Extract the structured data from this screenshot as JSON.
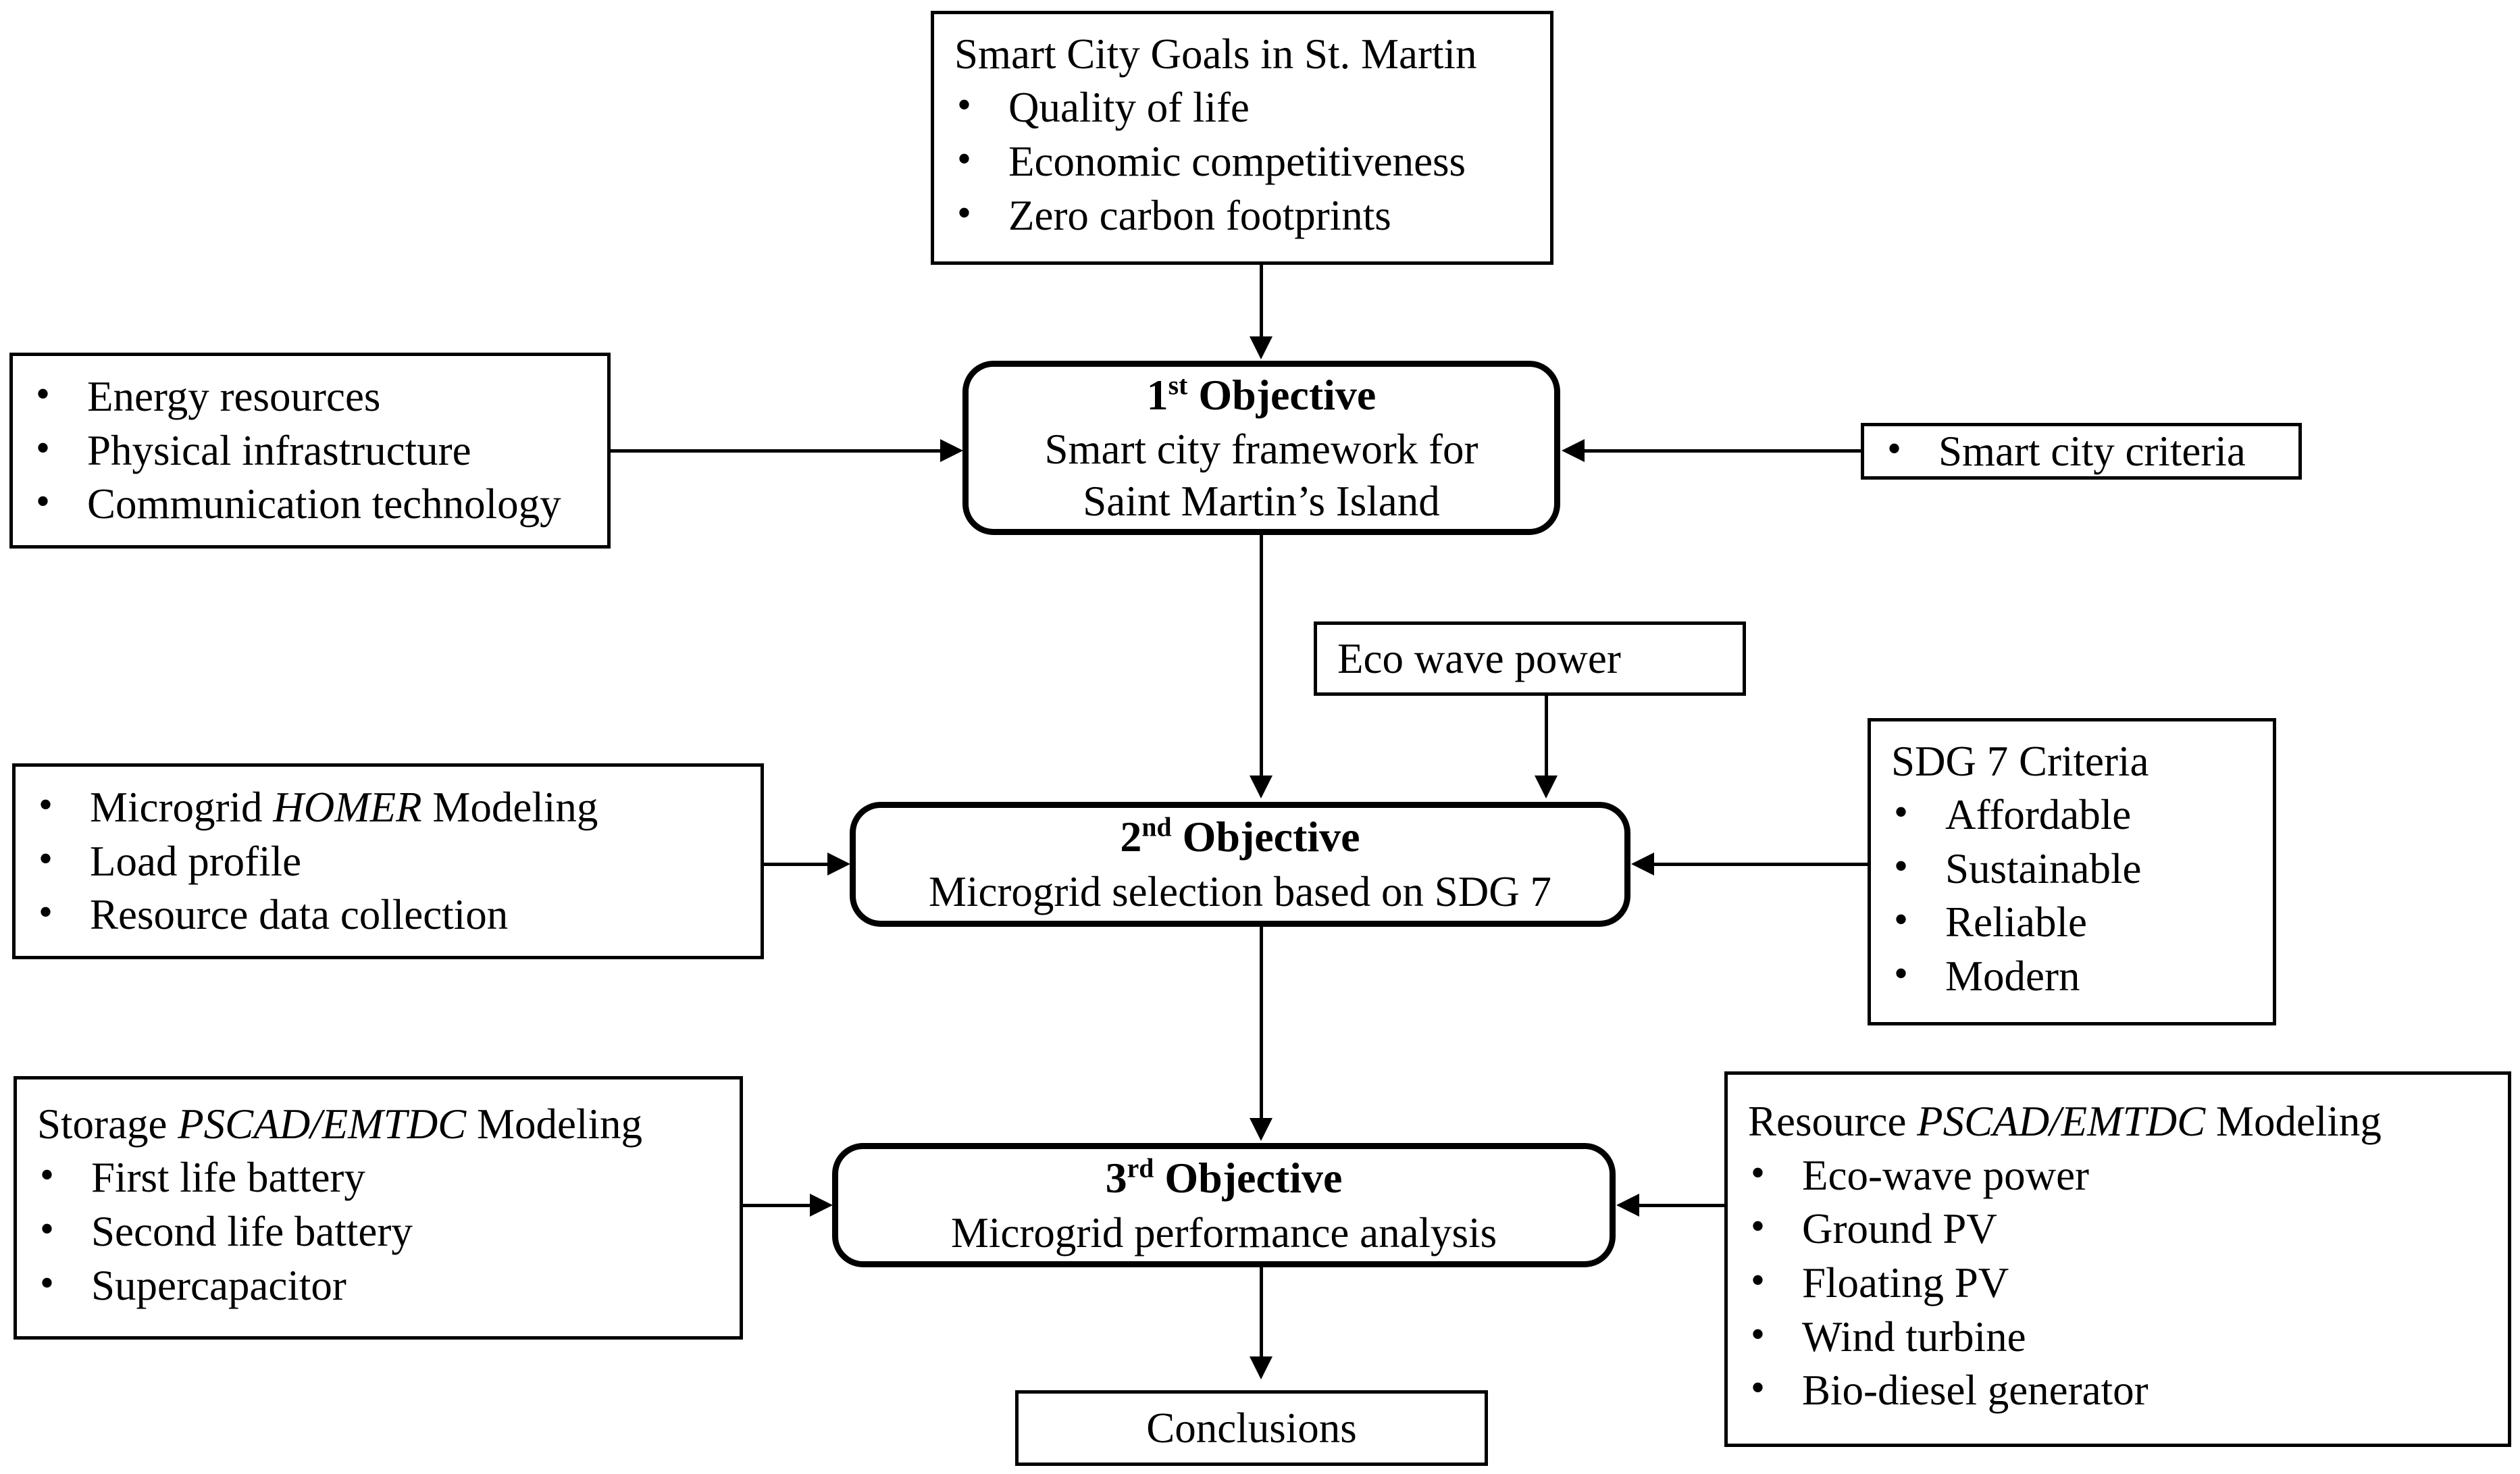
{
  "diagram": {
    "type": "flowchart",
    "title": "Research methodology flowchart for Smart City / Microgrid study on Saint Martin's Island",
    "nodes": {
      "goals": {
        "heading": "Smart City Goals in St. Martin",
        "bullets": [
          "Quality of life",
          "Economic competitiveness",
          "Zero carbon footprints"
        ]
      },
      "inputs_obj1": {
        "bullets": [
          "Energy resources",
          "Physical infrastructure",
          "Communication technology"
        ]
      },
      "objective1": {
        "ordinal": "1",
        "ordinal_suffix": "st",
        "label": "Objective",
        "line1": "Smart city framework for",
        "line2": "Saint Martin’s Island"
      },
      "criteria_obj1": {
        "bullets": [
          "Smart city criteria"
        ]
      },
      "eco_wave": {
        "label": "Eco wave power"
      },
      "inputs_obj2": {
        "bullets": [
          "Microgrid HOMER Modeling",
          "Load profile",
          "Resource data collection"
        ],
        "bullet0_pre": "Microgrid ",
        "bullet0_italic": "HOMER",
        "bullet0_post": " Modeling"
      },
      "objective2": {
        "ordinal": "2",
        "ordinal_suffix": "nd",
        "label": "Objective",
        "line1": "Microgrid selection based on SDG 7"
      },
      "sdg7": {
        "heading": "SDG 7 Criteria",
        "bullets": [
          "Affordable",
          "Sustainable",
          "Reliable",
          "Modern"
        ]
      },
      "storage": {
        "heading_pre": "Storage ",
        "heading_italic": "PSCAD/EMTDC",
        "heading_post": " Modeling",
        "bullets": [
          "First life battery",
          "Second life battery",
          "Supercapacitor"
        ]
      },
      "objective3": {
        "ordinal": "3",
        "ordinal_suffix": "rd",
        "label": "Objective",
        "line1": "Microgrid performance analysis"
      },
      "resource": {
        "heading_pre": "Resource ",
        "heading_italic": "PSCAD/EMTDC",
        "heading_post": " Modeling",
        "bullets": [
          "Eco-wave power",
          "Ground PV",
          "Floating PV",
          "Wind turbine",
          "Bio-diesel generator"
        ]
      },
      "conclusions": {
        "label": "Conclusions"
      }
    },
    "edges": [
      {
        "from": "goals",
        "to": "objective1",
        "direction": "down"
      },
      {
        "from": "inputs_obj1",
        "to": "objective1",
        "direction": "right"
      },
      {
        "from": "criteria_obj1",
        "to": "objective1",
        "direction": "left"
      },
      {
        "from": "objective1",
        "to": "objective2",
        "direction": "down"
      },
      {
        "from": "eco_wave",
        "to": "objective2",
        "direction": "down"
      },
      {
        "from": "inputs_obj2",
        "to": "objective2",
        "direction": "right"
      },
      {
        "from": "sdg7",
        "to": "objective2",
        "direction": "left"
      },
      {
        "from": "objective2",
        "to": "objective3",
        "direction": "down"
      },
      {
        "from": "storage",
        "to": "objective3",
        "direction": "right"
      },
      {
        "from": "resource",
        "to": "objective3",
        "direction": "left"
      },
      {
        "from": "objective3",
        "to": "conclusions",
        "direction": "down"
      }
    ],
    "colors": {
      "stroke": "#000000",
      "fill": "#ffffff",
      "text": "#000000"
    }
  }
}
